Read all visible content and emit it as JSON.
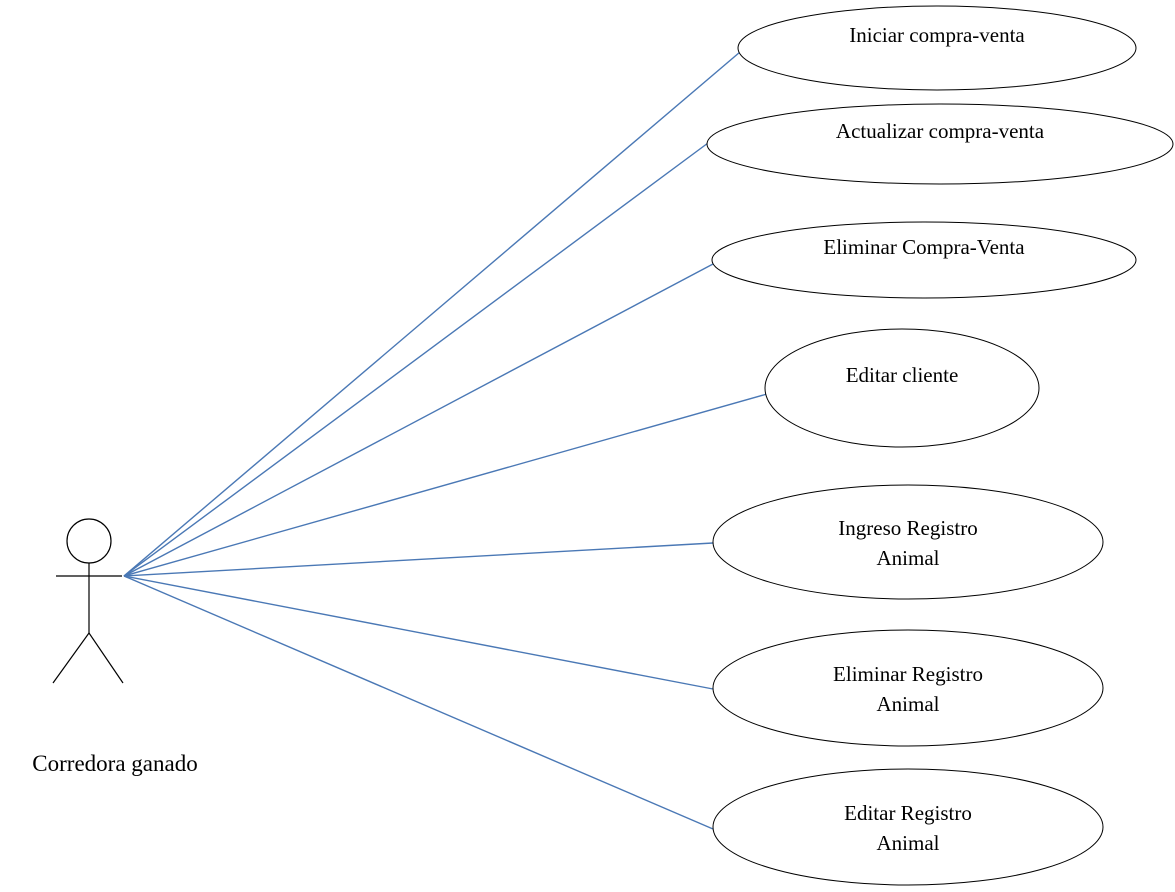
{
  "colors": {
    "association_line": "#4a78b5",
    "shape_stroke": "#000000",
    "background": "#ffffff"
  },
  "actor": {
    "label": "Corredora ganado"
  },
  "use_cases": [
    {
      "id": "iniciar-compra-venta",
      "lines": [
        "Iniciar compra-venta"
      ]
    },
    {
      "id": "actualizar-compra-venta",
      "lines": [
        "Actualizar compra-venta"
      ]
    },
    {
      "id": "eliminar-compra-venta",
      "lines": [
        "Eliminar Compra-Venta"
      ]
    },
    {
      "id": "editar-cliente",
      "lines": [
        "Editar cliente"
      ]
    },
    {
      "id": "ingreso-registro-animal",
      "lines": [
        "Ingreso Registro",
        "Animal"
      ]
    },
    {
      "id": "eliminar-registro-animal",
      "lines": [
        "Eliminar Registro",
        "Animal"
      ]
    },
    {
      "id": "editar-registro-animal",
      "lines": [
        "Editar Registro",
        "Animal"
      ]
    }
  ]
}
